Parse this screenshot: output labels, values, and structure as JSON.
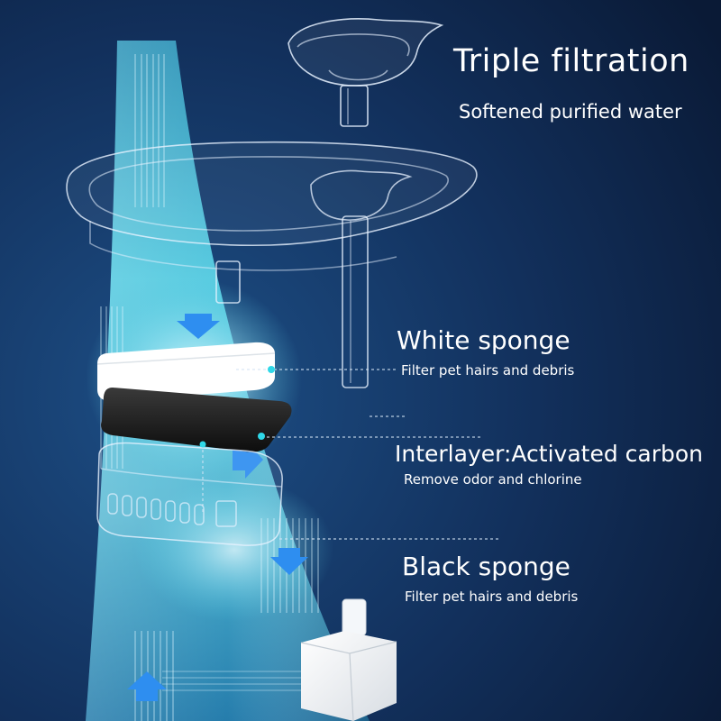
{
  "header": {
    "title": "Triple filtration",
    "subtitle": "Softened purified water"
  },
  "layers": [
    {
      "name": "White sponge",
      "description": "Filter pet hairs and debris"
    },
    {
      "name": "Interlayer:Activated carbon",
      "description": "Remove odor and chlorine"
    },
    {
      "name": "Black sponge",
      "description": "Filter pet hairs and debris"
    }
  ],
  "colors": {
    "background": "#0c1d3c",
    "beam": "#5fd3e8",
    "arrow": "#2e8ef0",
    "text": "#ffffff"
  }
}
